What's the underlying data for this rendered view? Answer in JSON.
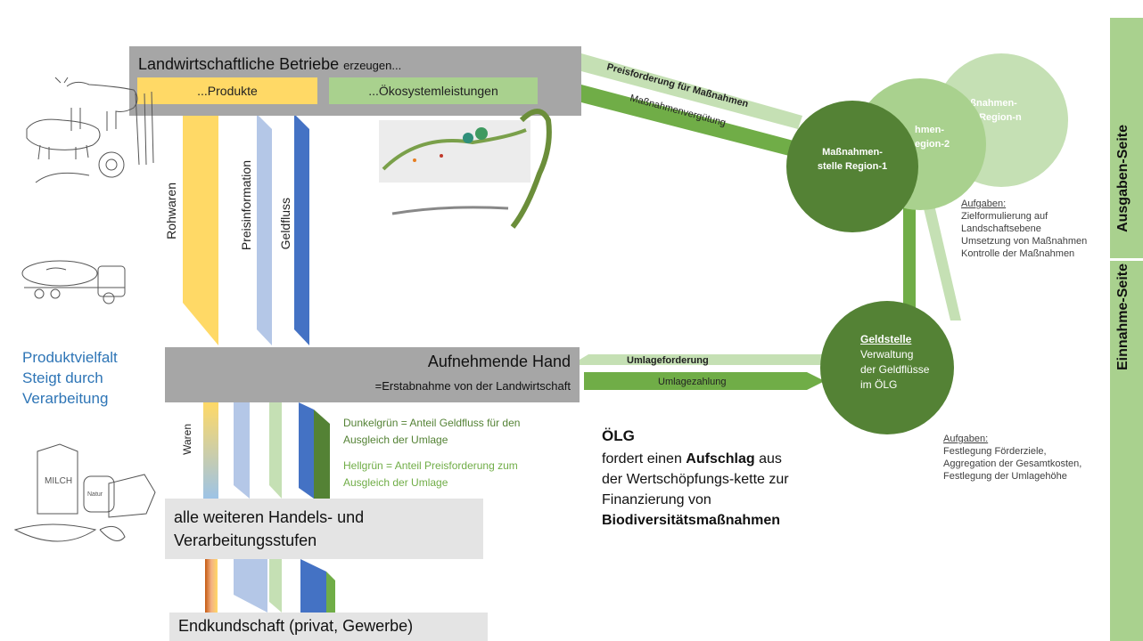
{
  "top": {
    "title_main": "Landwirtschaftliche Betriebe",
    "title_suffix": "erzeugen...",
    "produkte": "...Produkte",
    "oekosystem": "...Ökosystemleistungen"
  },
  "flows_vertical": {
    "rohwaren": "Rohwaren",
    "preisinformation": "Preisinformation",
    "geldfluss": "Geldfluss",
    "waren": "Waren"
  },
  "left_label": {
    "line1": "Produktvielfalt",
    "line2": "Steigt durch",
    "line3": "Verarbeitung"
  },
  "aufnehmende": {
    "title": "Aufnehmende Hand",
    "subtitle": "=Erstabnahme von der Landwirtschaft"
  },
  "legend": {
    "dark": "Dunkelgrün = Anteil Geldfluss für den Ausgleich der Umlage",
    "light": "Hellgrün = Anteil Preisforderung zum Ausgleich der Umlage"
  },
  "handel": {
    "line1": "alle weiteren Handels- und",
    "line2": "Verarbeitungsstufen"
  },
  "endkunde": {
    "label": "Endkundschaft (privat, Gewerbe)"
  },
  "olg": {
    "title": "ÖLG",
    "line1_a": "fordert einen ",
    "line1_b": "Aufschlag",
    "line1_c": " aus",
    "line2": "der Wertschöpfungs-kette zur",
    "line3": "Finanzierung von",
    "line4": "Biodiversitätsmaßnahmen"
  },
  "arrows": {
    "preisforderung": "Preisforderung für Maßnahmen",
    "massnahmenverguetung": "Maßnahmenvergütung",
    "umlageforderung": "Umlageforderung",
    "umlagezahlung": "Umlagezahlung"
  },
  "circles": {
    "region1_a": "Maßnahmen-",
    "region1_b": "stelle Region-1",
    "region2_a": "hmen-",
    "region2_b": "egion-2",
    "regionn_a": "Maßnahmen-",
    "regionn_b": "telle Region-n",
    "regionn_c": "…",
    "geld_title": "Geldstelle",
    "geld_a": "Verwaltung",
    "geld_b": "der Geldflüsse",
    "geld_c": "im ÖLG"
  },
  "aufgaben1": {
    "title": "Aufgaben:",
    "l1": "Zielformulierung auf",
    "l2": "Landschaftsebene",
    "l3": "Umsetzung von Maßnahmen",
    "l4": "Kontrolle der Maßnahmen"
  },
  "aufgaben2": {
    "title": "Aufgaben:",
    "l1": "Festlegung Förderziele,",
    "l2": "Aggregation der Gesamtkosten,",
    "l3": "Festlegung der Umlagehöhe"
  },
  "sidebar": {
    "ausgaben": "Ausgaben-Seite",
    "einnahme": "Einnahme-Seite"
  },
  "colors": {
    "yellow": "#ffd966",
    "lightblue": "#b4c7e7",
    "blue": "#4472c4",
    "darkgreen": "#548235",
    "midgreen": "#70ad47",
    "lightgreen": "#a9d18e",
    "paleGreen": "#c5e0b4",
    "grey": "#a6a6a6",
    "text_blue": "#2e75b6"
  }
}
